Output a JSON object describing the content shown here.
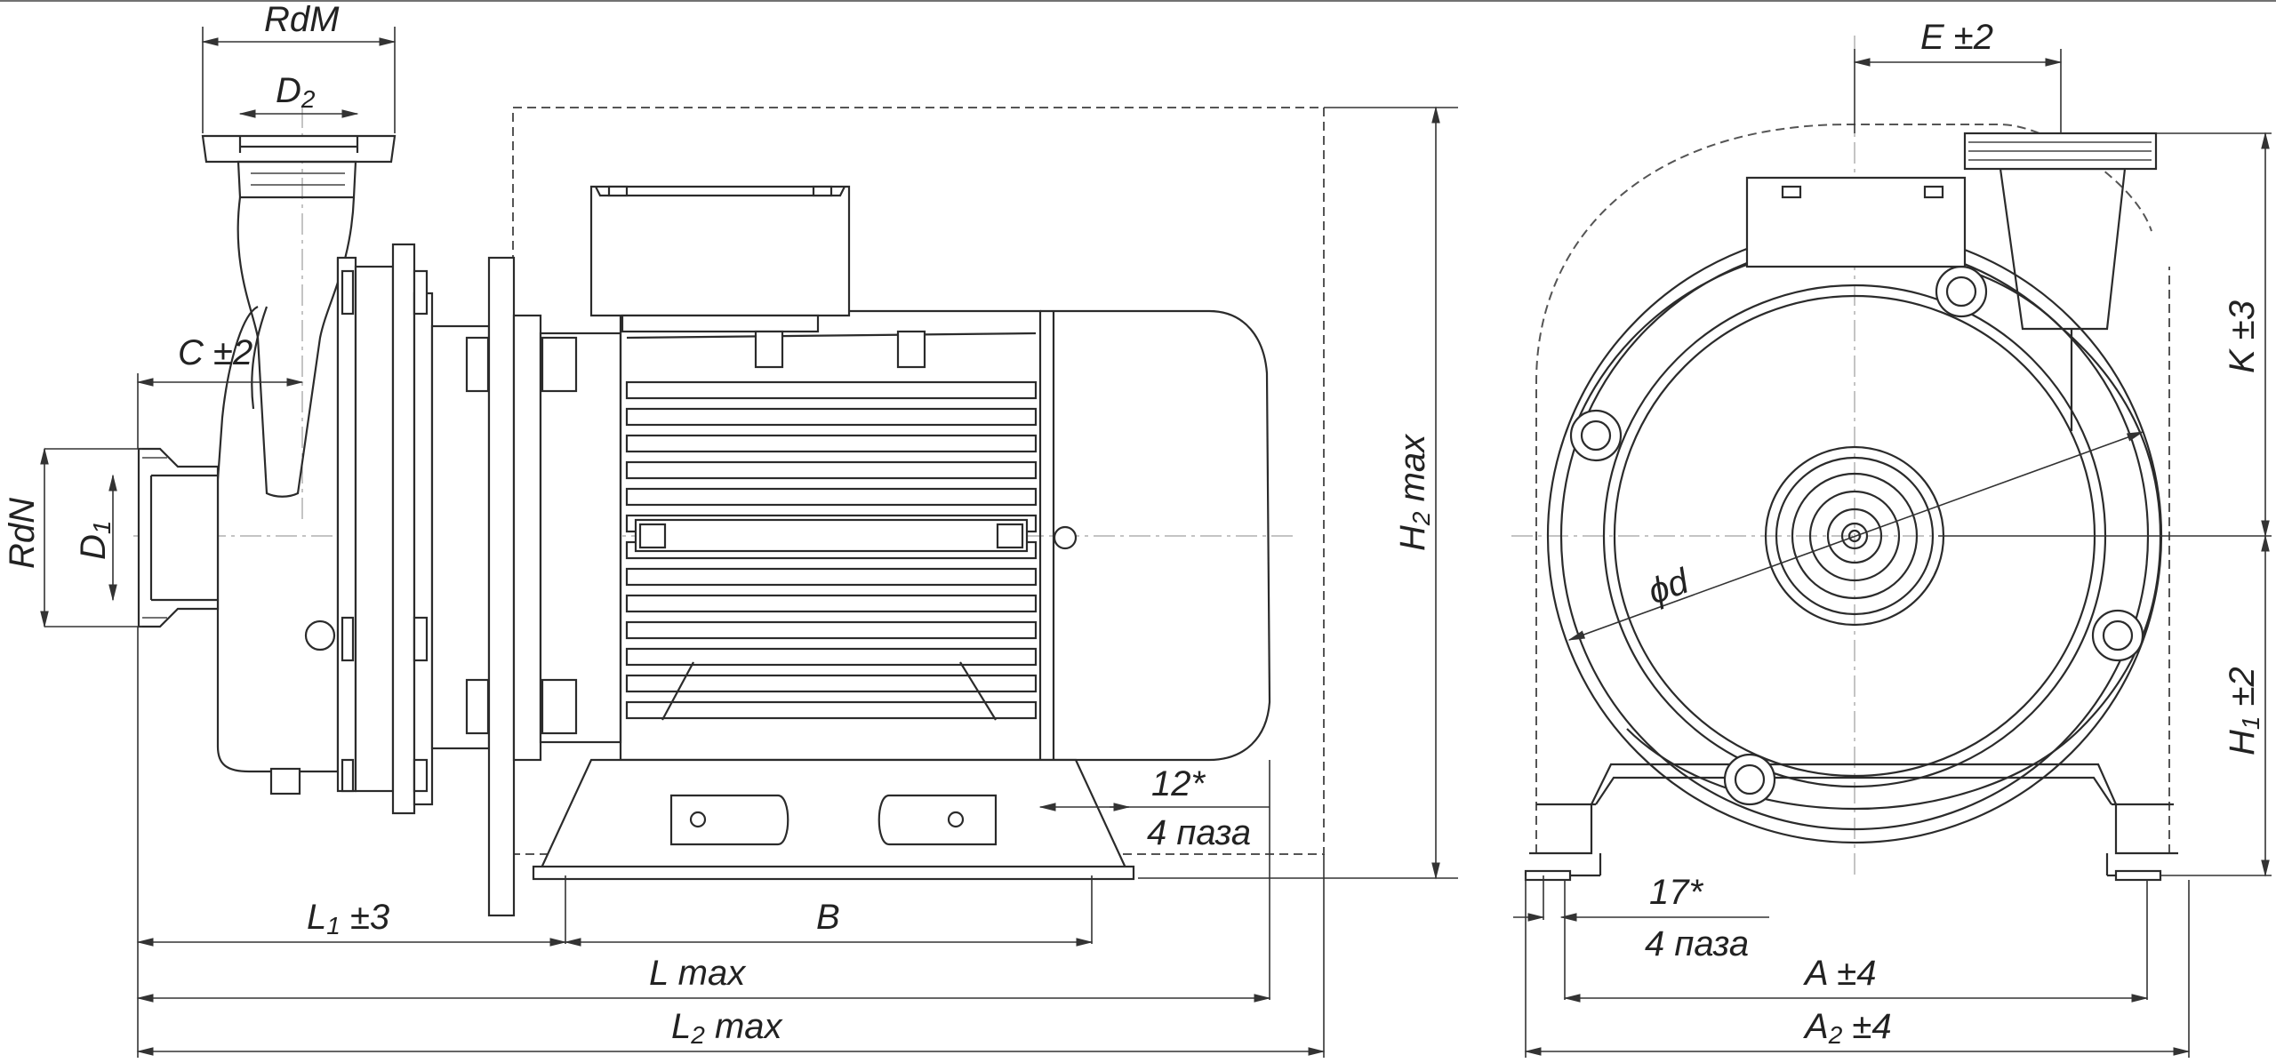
{
  "front_view": {
    "labels": {
      "rdm": "RdM",
      "d2_base": "D",
      "d2_sub": "2",
      "c": "C ±2",
      "rdn": "RdN",
      "d1_base": "D",
      "d1_sub": "1",
      "h2_base": "H",
      "h2_sub": "2",
      "h2_suffix": " max",
      "slot_size": "12*",
      "slot_count": "4 паза",
      "l1_base": "L",
      "l1_sub": "1",
      "l1_suffix": " ±3",
      "b": "B",
      "l": "L max",
      "l2_base": "L",
      "l2_sub": "2",
      "l2_suffix": " max"
    }
  },
  "side_view": {
    "labels": {
      "e": "E ±2",
      "k": "K ±3",
      "phi_d": "ϕd",
      "h1_base": "H",
      "h1_sub": "1",
      "h1_suffix": " ±2",
      "slot_size": "17*",
      "slot_count": "4 паза",
      "a": "A ±4",
      "a2_base": "A",
      "a2_sub": "2",
      "a2_suffix": " ±4"
    }
  }
}
